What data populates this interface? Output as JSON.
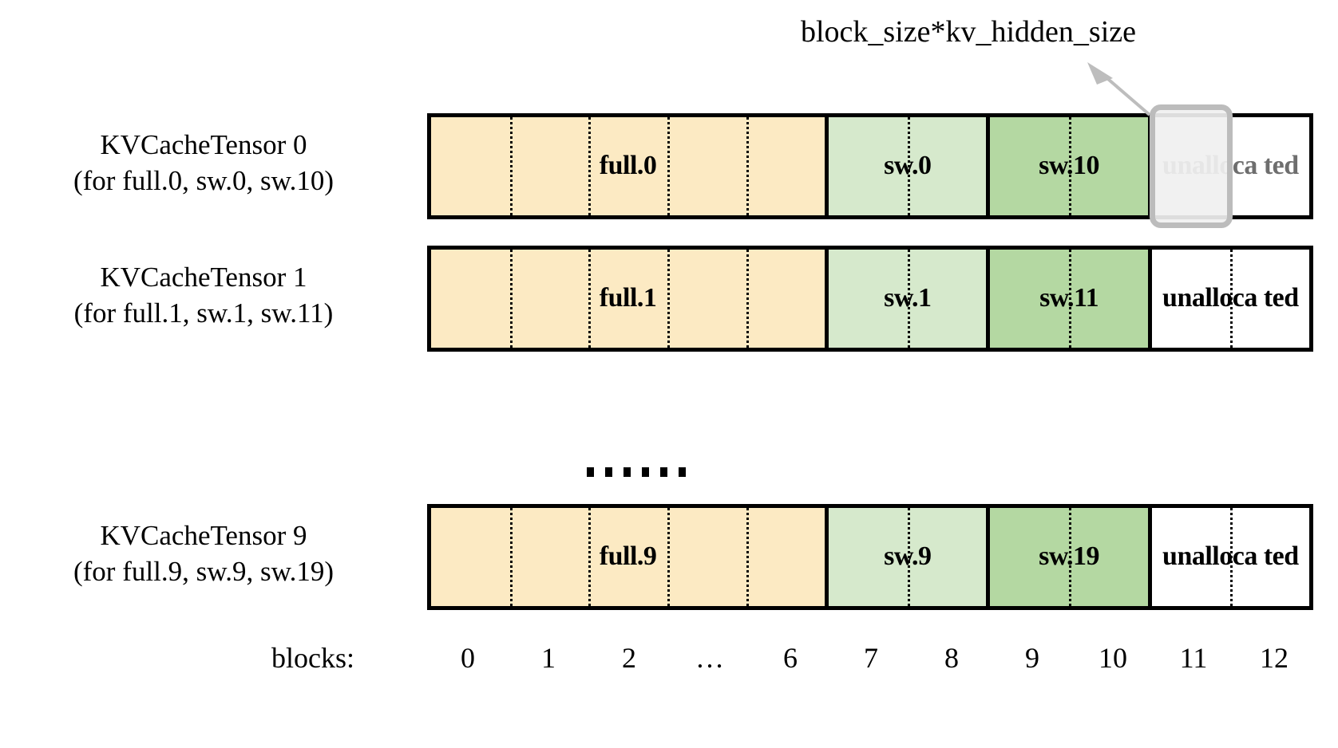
{
  "diagram": {
    "callout": {
      "label": "block_size*kv_hidden_size",
      "arrow_color": "#bdbdbd",
      "highlight_border_color": "#bcbcbc",
      "highlight_fill_color": "#f0f0f0",
      "highlight_block_index": 11
    },
    "colors": {
      "full": "#fceac3",
      "sw_light": "#d6e9cc",
      "sw_dark": "#b4d8a2",
      "unallocated": "#ffffff",
      "outline": "#000000",
      "divider": "#000000"
    },
    "ellipsis": "……",
    "rows": [
      {
        "label_line1": "KVCacheTensor 0",
        "label_line2": "(for full.0, sw.0, sw.10)",
        "segments": [
          {
            "text": "full.0",
            "blocks": 5,
            "color_key": "full"
          },
          {
            "text": "sw.0",
            "blocks": 2,
            "color_key": "sw_light"
          },
          {
            "text": "sw.10",
            "blocks": 2,
            "color_key": "sw_dark"
          },
          {
            "text": "unalloca ted",
            "blocks": 2,
            "color_key": "unallocated"
          }
        ]
      },
      {
        "label_line1": "KVCacheTensor 1",
        "label_line2": "(for full.1, sw.1, sw.11)",
        "segments": [
          {
            "text": "full.1",
            "blocks": 5,
            "color_key": "full"
          },
          {
            "text": "sw.1",
            "blocks": 2,
            "color_key": "sw_light"
          },
          {
            "text": "sw.11",
            "blocks": 2,
            "color_key": "sw_dark"
          },
          {
            "text": "unalloca ted",
            "blocks": 2,
            "color_key": "unallocated"
          }
        ]
      },
      {
        "label_line1": "KVCacheTensor 9",
        "label_line2": "(for full.9, sw.9, sw.19)",
        "segments": [
          {
            "text": "full.9",
            "blocks": 5,
            "color_key": "full"
          },
          {
            "text": "sw.9",
            "blocks": 2,
            "color_key": "sw_light"
          },
          {
            "text": "sw.19",
            "blocks": 2,
            "color_key": "sw_dark"
          },
          {
            "text": "unalloca ted",
            "blocks": 2,
            "color_key": "unallocated"
          }
        ]
      }
    ],
    "axis": {
      "title": "blocks:",
      "ticks": [
        "0",
        "1",
        "2",
        "…",
        "6",
        "7",
        "8",
        "9",
        "10",
        "11",
        "12"
      ]
    }
  }
}
